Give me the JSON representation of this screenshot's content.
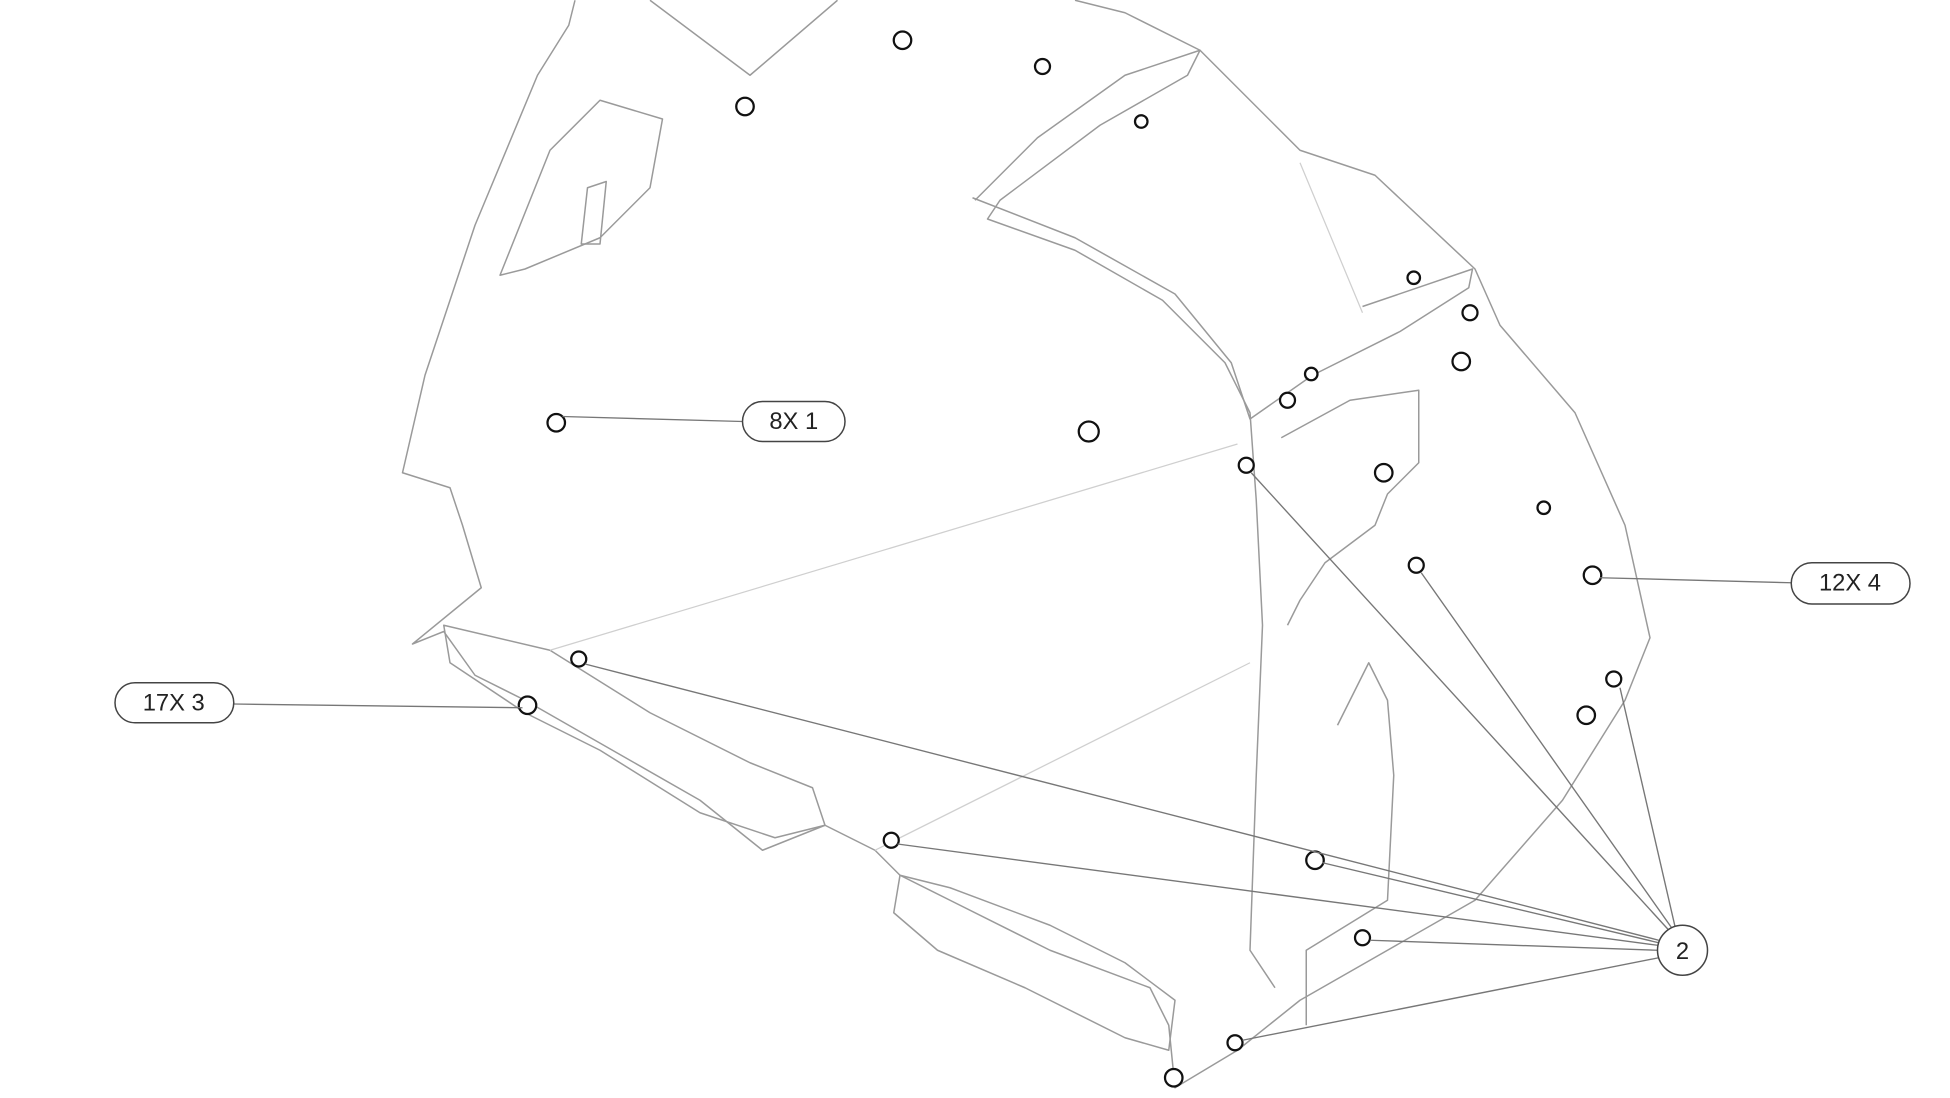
{
  "diagram": {
    "type": "exploded-parts-view",
    "callouts": [
      {
        "id": "callout-8x-1",
        "label": "8X 1",
        "shape": "pill"
      },
      {
        "id": "callout-12x-4",
        "label": "12X 4",
        "shape": "pill"
      },
      {
        "id": "callout-17x-3",
        "label": "17X 3",
        "shape": "pill"
      },
      {
        "id": "callout-2",
        "label": "2",
        "shape": "circle"
      }
    ],
    "colors": {
      "line": "#9a9a9a",
      "leader": "#777777",
      "text": "#222222"
    }
  }
}
